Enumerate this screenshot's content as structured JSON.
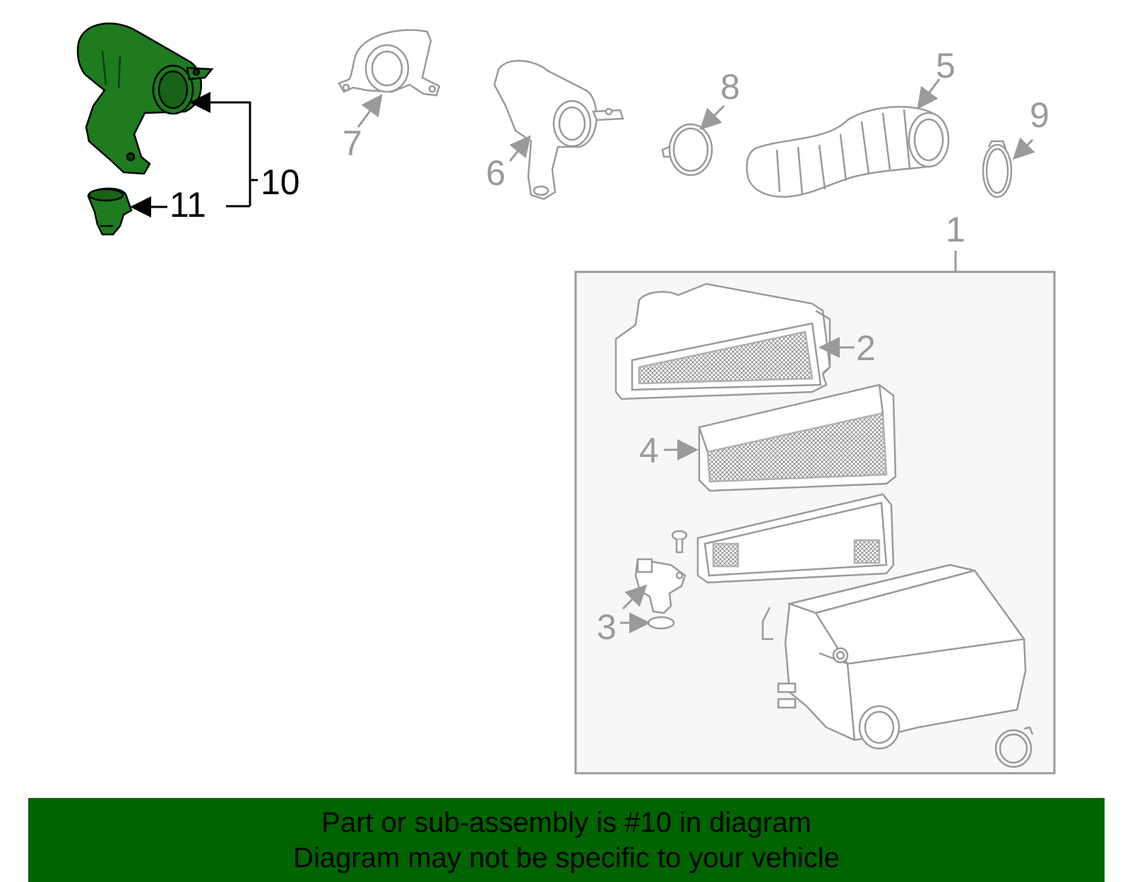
{
  "callouts": {
    "c1": "1",
    "c2": "2",
    "c3": "3",
    "c4": "4",
    "c5": "5",
    "c6": "6",
    "c7": "7",
    "c8": "8",
    "c9": "9",
    "c10": "10",
    "c11": "11"
  },
  "highlight_color": "#1e7b1e",
  "banner": {
    "line1": "Part or sub-assembly is #10 in diagram",
    "line2": "Diagram may not be specific to your vehicle",
    "background": "#006400"
  }
}
